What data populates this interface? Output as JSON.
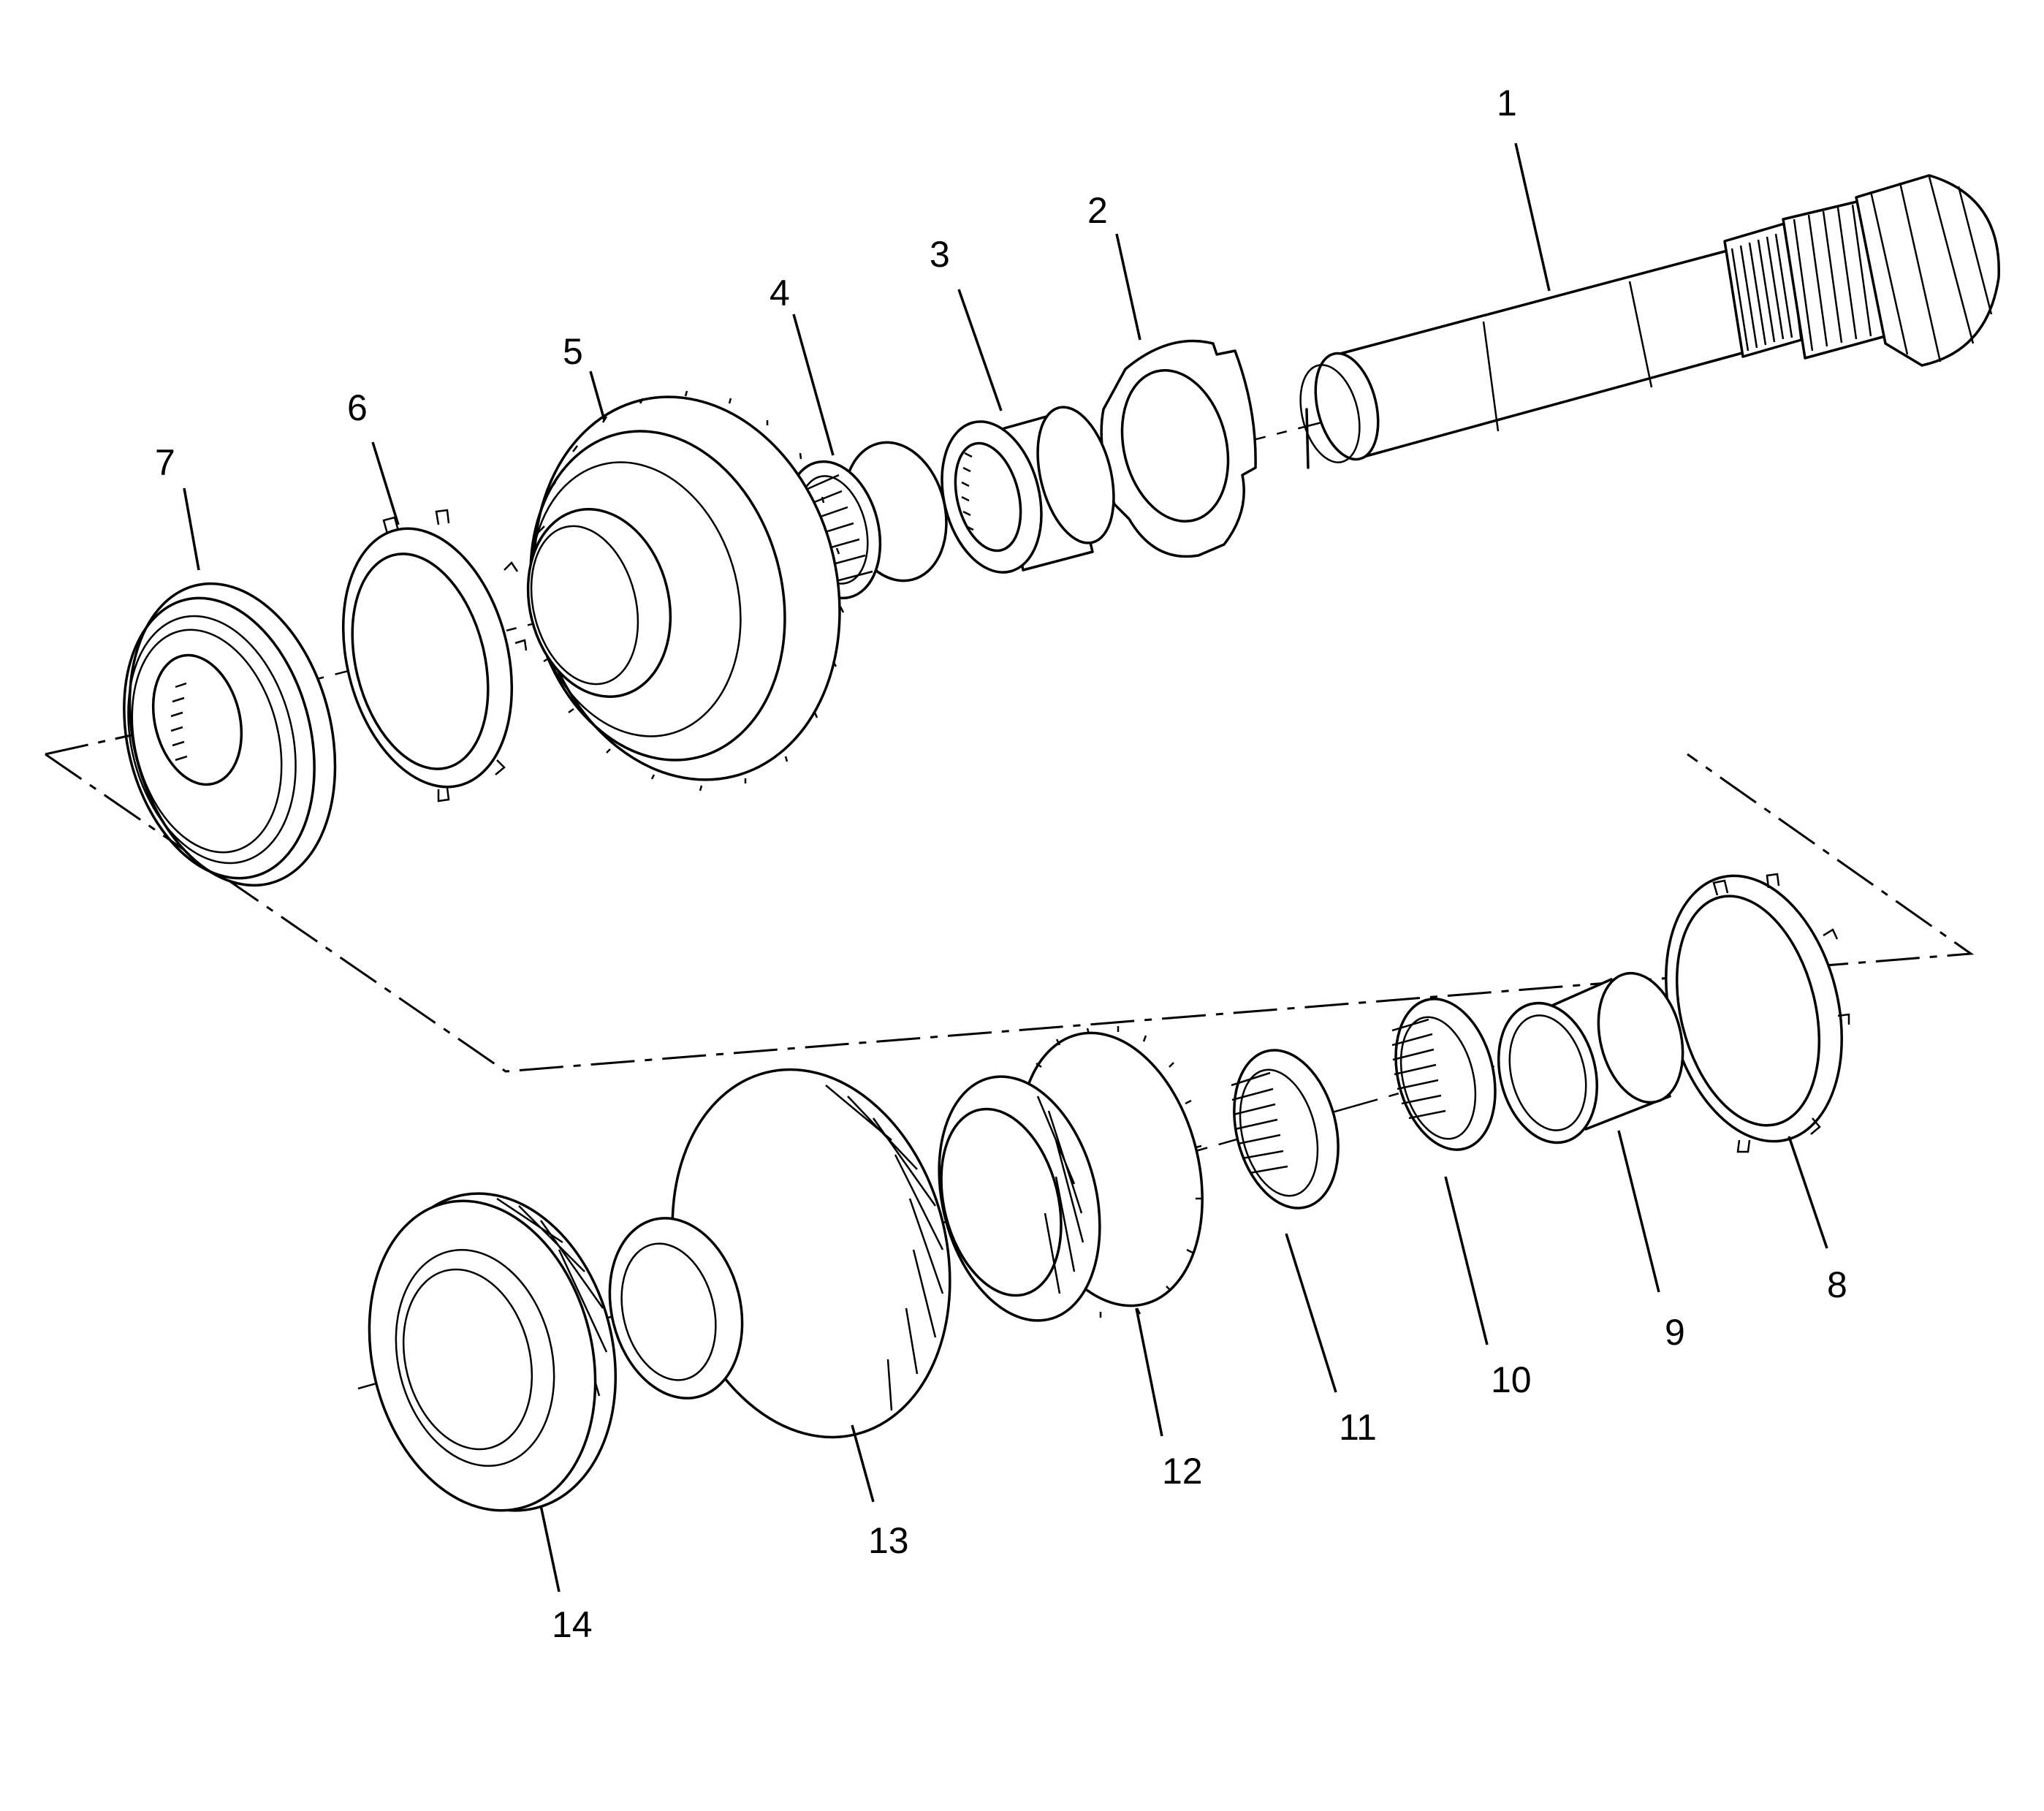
{
  "diagram": {
    "callouts": [
      {
        "id": 1,
        "label": "1"
      },
      {
        "id": 2,
        "label": "2"
      },
      {
        "id": 3,
        "label": "3"
      },
      {
        "id": 4,
        "label": "4"
      },
      {
        "id": 5,
        "label": "5"
      },
      {
        "id": 6,
        "label": "6"
      },
      {
        "id": 7,
        "label": "7"
      },
      {
        "id": 8,
        "label": "8"
      },
      {
        "id": 9,
        "label": "9"
      },
      {
        "id": 10,
        "label": "10"
      },
      {
        "id": 11,
        "label": "11"
      },
      {
        "id": 12,
        "label": "12"
      },
      {
        "id": 13,
        "label": "13"
      },
      {
        "id": 14,
        "label": "14"
      }
    ]
  }
}
